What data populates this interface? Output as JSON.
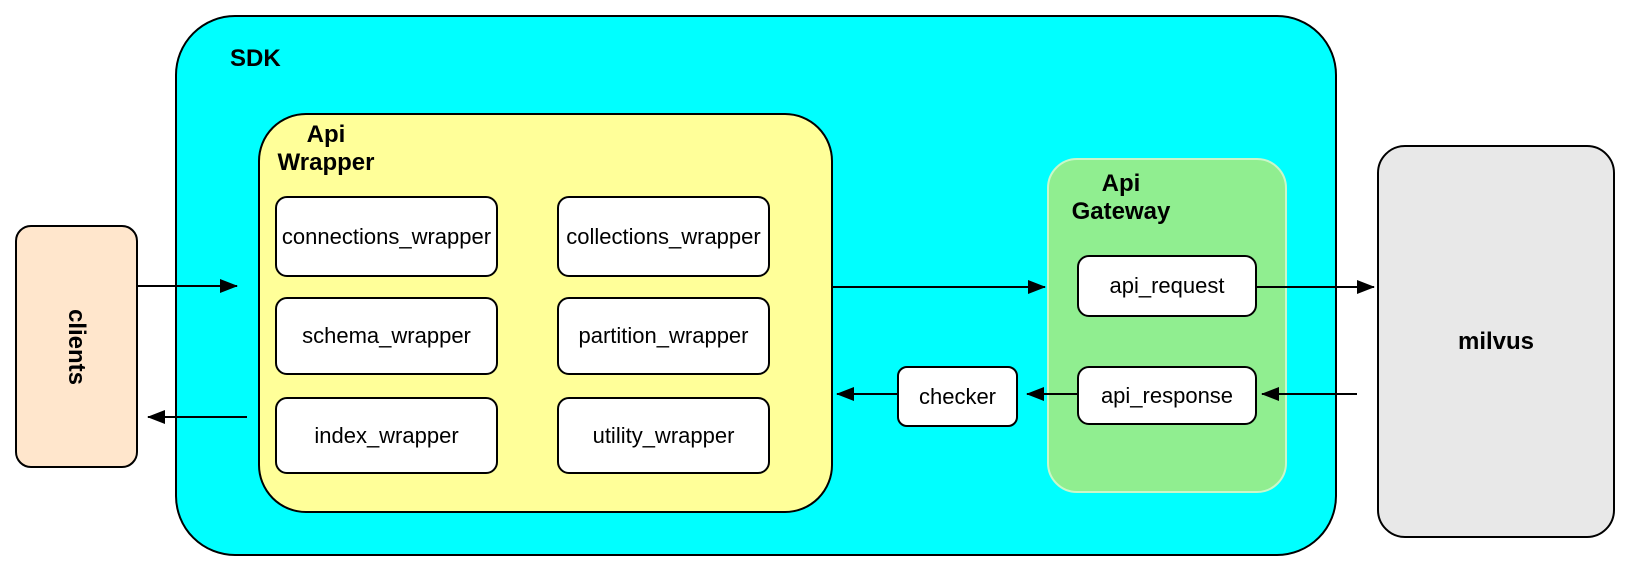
{
  "diagram": {
    "clients": {
      "label": "clients"
    },
    "sdk": {
      "label": "SDK"
    },
    "api_wrapper": {
      "label": "Api\nWrapper",
      "modules": [
        {
          "label": "connections_wrapper"
        },
        {
          "label": "collections_wrapper"
        },
        {
          "label": "schema_wrapper"
        },
        {
          "label": "partition_wrapper"
        },
        {
          "label": "index_wrapper"
        },
        {
          "label": "utility_wrapper"
        }
      ]
    },
    "checker": {
      "label": "checker"
    },
    "api_gateway": {
      "label": "Api\nGateway",
      "request": {
        "label": "api_request"
      },
      "response": {
        "label": "api_response"
      }
    },
    "milvus": {
      "label": "milvus"
    },
    "colors": {
      "sdk_fill": "#00FFFF",
      "api_wrapper_fill": "#FFFF99",
      "api_gateway_fill": "#90EE90",
      "clients_fill": "#FFE6CC",
      "milvus_fill": "#E8E8E8",
      "node_fill": "#FFFFFF",
      "stroke": "#000000"
    }
  }
}
